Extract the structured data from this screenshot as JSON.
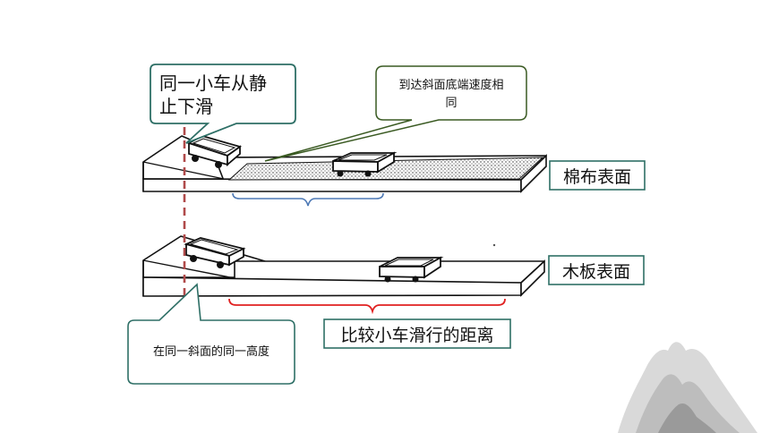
{
  "callouts": {
    "same_cart_line1": "同一小车从静",
    "same_cart_line2": "止下滑",
    "same_speed_line1": "到达斜面底端速度相",
    "same_speed_line2": "同",
    "same_height": "在同一斜面的同一高度"
  },
  "surfaces": {
    "cotton": "棉布表面",
    "wood": "木板表面"
  },
  "compare_label": "比较小车滑行的距离",
  "colors": {
    "callout_border": "#2e6f66",
    "speed_border": "#3a5a22",
    "dashed_line": "#b04a4a",
    "brace_blue": "#4d79b5",
    "brace_red": "#e02020"
  }
}
